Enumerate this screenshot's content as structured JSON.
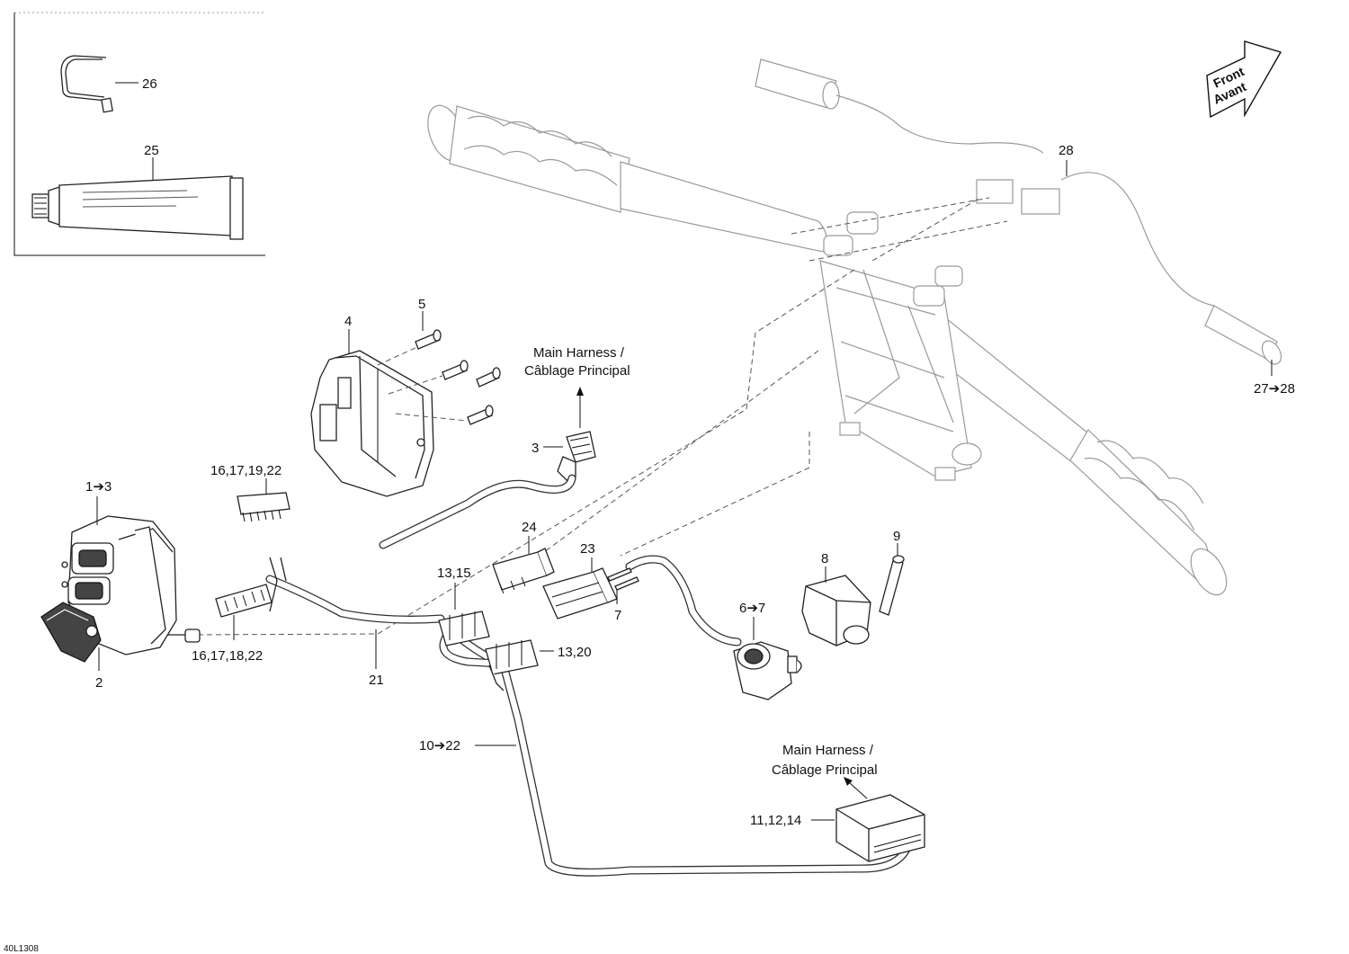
{
  "diagram": {
    "drawing_code": "40L1308",
    "direction_arrow": {
      "line1": "Front",
      "line2": "Avant"
    },
    "harness_note_top": {
      "line1": "Main Harness /",
      "line2": "Câblage Principal"
    },
    "harness_note_bottom": {
      "line1": "Main Harness /",
      "line2": "Câblage Principal"
    },
    "callouts": {
      "c1_3": "1➔3",
      "c2": "2",
      "c3": "3",
      "c4": "4",
      "c5": "5",
      "c6_7": "6➔7",
      "c7": "7",
      "c8": "8",
      "c9": "9",
      "c10_22": "10➔22",
      "c11_12_14": "11,12,14",
      "c13_15": "13,15",
      "c13_20": "13,20",
      "c16_17_18_22": "16,17,18,22",
      "c16_17_19_22": "16,17,19,22",
      "c21": "21",
      "c23": "23",
      "c24": "24",
      "c25": "25",
      "c26": "26",
      "c27_28": "27➔28",
      "c28": "28"
    }
  }
}
